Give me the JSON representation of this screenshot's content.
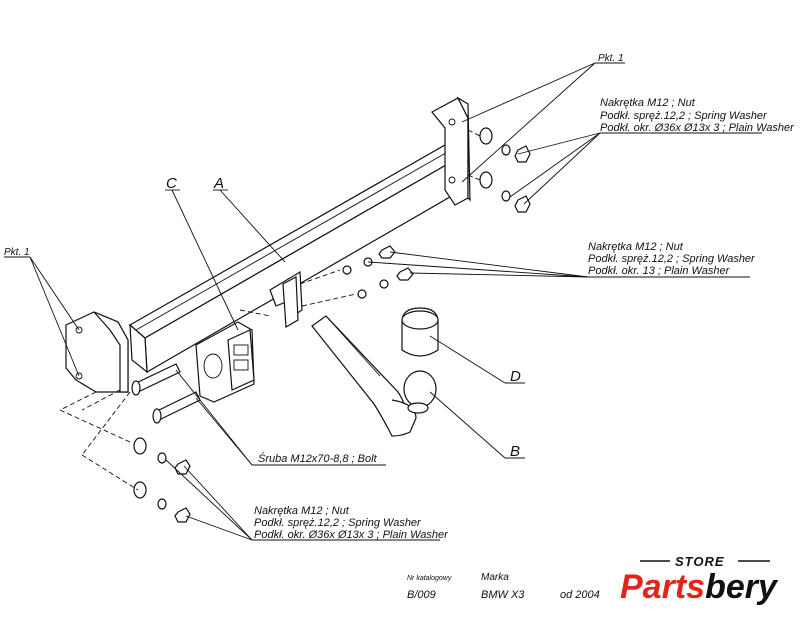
{
  "labels": {
    "pkt_top": "Pkt. 1",
    "pkt_left": "Pkt. 1",
    "letter_c": "C",
    "letter_a": "A",
    "letter_d": "D",
    "letter_b": "B"
  },
  "callouts": {
    "top": [
      "Nakrętka  M12 ; Nut",
      "Podkł. spręż.12,2 ; Spring Washer",
      "Podkł. okr.  Ø36x Ø13x 3 ; Plain Washer"
    ],
    "middle": [
      "Nakrętka  M12 ; Nut",
      "Podkł. spręż.12,2 ; Spring Washer",
      "Podkł. okr. 13 ; Plain Washer"
    ],
    "bolt": "Śruba M12x70-8,8 ;  Bolt",
    "bottom": [
      "Nakrętka  M12 ; Nut",
      "Podkł. spręż.12,2 ; Spring Washer",
      "Podkł. okr.  Ø36x Ø13x 3 ; Plain Washer"
    ]
  },
  "footer": {
    "catalog_label": "Nr katalogowy",
    "catalog_value": "B/009",
    "brand_label": "Marka",
    "brand_value": "BMW  X3",
    "year_value": "od  2004"
  },
  "logo": {
    "store": "STORE",
    "parts": "Parts",
    "bery": "bery",
    "color_red": "#e1251b",
    "color_dark": "#111111"
  }
}
